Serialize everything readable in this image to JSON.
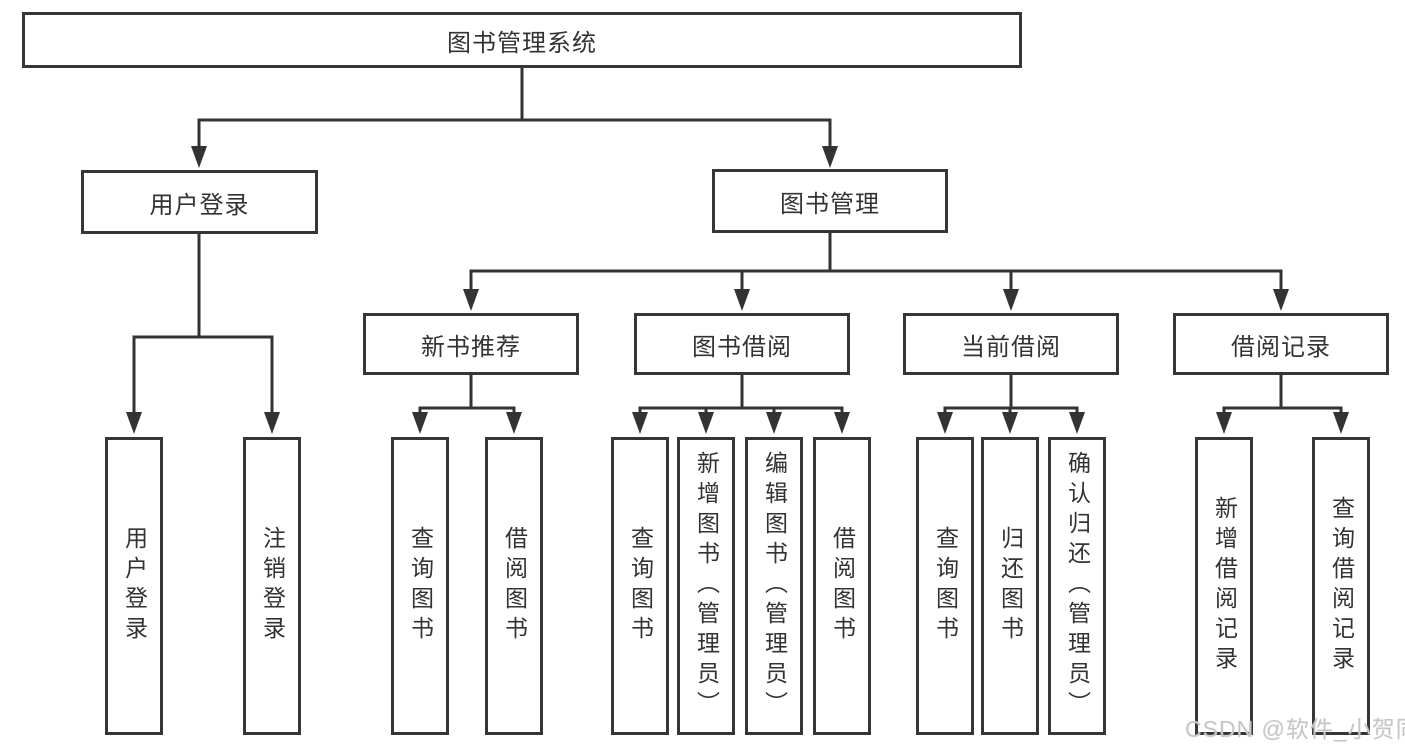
{
  "tree": {
    "label": "图书管理系统",
    "children": [
      {
        "label": "用户登录",
        "children": [
          {
            "label": "用户登录"
          },
          {
            "label": "注销登录"
          }
        ]
      },
      {
        "label": "图书管理",
        "children": [
          {
            "label": "新书推荐",
            "children": [
              {
                "label": "查询图书"
              },
              {
                "label": "借阅图书"
              }
            ]
          },
          {
            "label": "图书借阅",
            "children": [
              {
                "label": "查询图书"
              },
              {
                "label": "新增图书（管理员）"
              },
              {
                "label": "编辑图书（管理员）"
              },
              {
                "label": "借阅图书"
              }
            ]
          },
          {
            "label": "当前借阅",
            "children": [
              {
                "label": "查询图书"
              },
              {
                "label": "归还图书"
              },
              {
                "label": "确认归还（管理员）"
              }
            ]
          },
          {
            "label": "借阅记录",
            "children": [
              {
                "label": "新增借阅记录"
              },
              {
                "label": "查询借阅记录"
              }
            ]
          }
        ]
      }
    ]
  },
  "watermark": {
    "text": "CSDN @软件_小贺同学"
  },
  "colors": {
    "line": "#333333",
    "text": "#333333",
    "box_background": "#ffffff",
    "watermark": "#c6c6c6"
  }
}
